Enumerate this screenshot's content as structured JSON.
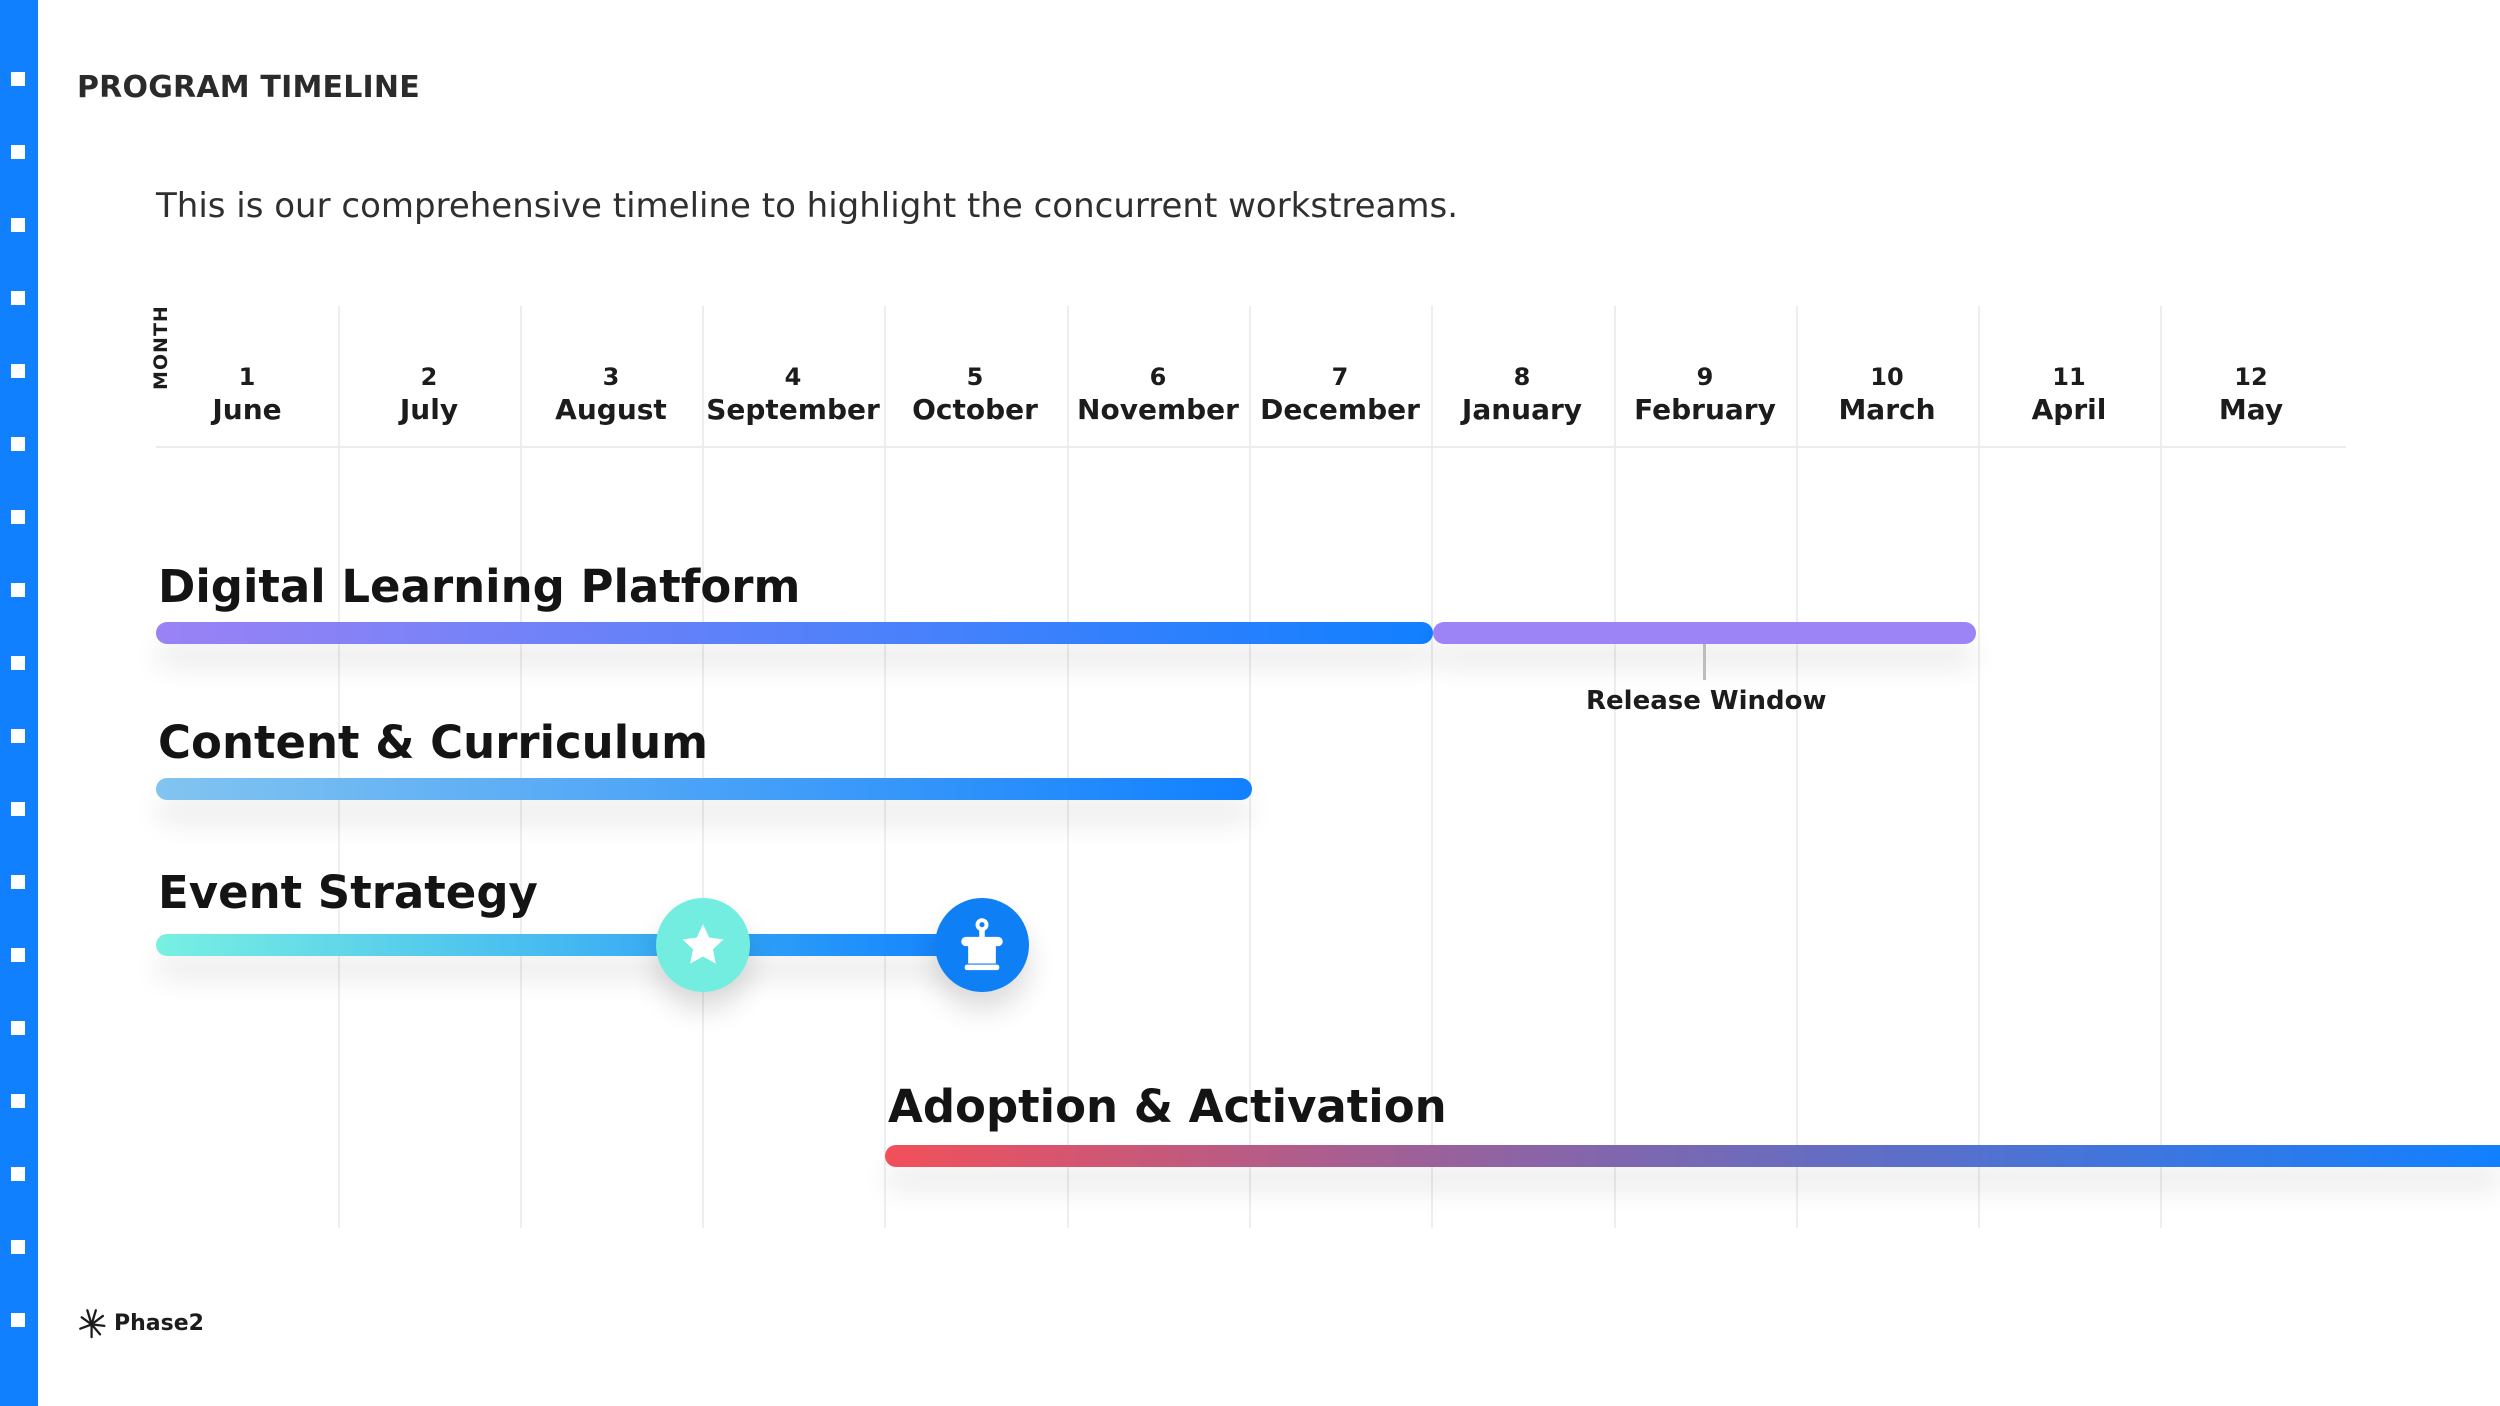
{
  "header": {
    "title": "PROGRAM TIMELINE"
  },
  "intro": {
    "text": "This is our comprehensive timeline to highlight the concurrent workstreams."
  },
  "timeline": {
    "axis_label": "MONTH",
    "months": [
      {
        "num": "1",
        "name": "June"
      },
      {
        "num": "2",
        "name": "July"
      },
      {
        "num": "3",
        "name": "August"
      },
      {
        "num": "4",
        "name": "September"
      },
      {
        "num": "5",
        "name": "October"
      },
      {
        "num": "6",
        "name": "November"
      },
      {
        "num": "7",
        "name": "December"
      },
      {
        "num": "8",
        "name": "January"
      },
      {
        "num": "9",
        "name": "February"
      },
      {
        "num": "10",
        "name": "March"
      },
      {
        "num": "11",
        "name": "April"
      },
      {
        "num": "12",
        "name": "May"
      }
    ],
    "tracks": [
      {
        "title": "Digital Learning Platform",
        "annotation": "Release Window"
      },
      {
        "title": "Content & Curriculum"
      },
      {
        "title": "Event Strategy"
      },
      {
        "title": "Adoption & Activation"
      }
    ],
    "milestones": [
      {
        "icon": "star-icon"
      },
      {
        "icon": "podium-icon"
      }
    ]
  },
  "colors": {
    "accent": "#1180ff",
    "purple": "#9c84f7",
    "teal": "#72eddf",
    "red": "#f2505a"
  },
  "brand": {
    "logo_text": "Phase2",
    "logo_icon": "starburst-icon"
  }
}
